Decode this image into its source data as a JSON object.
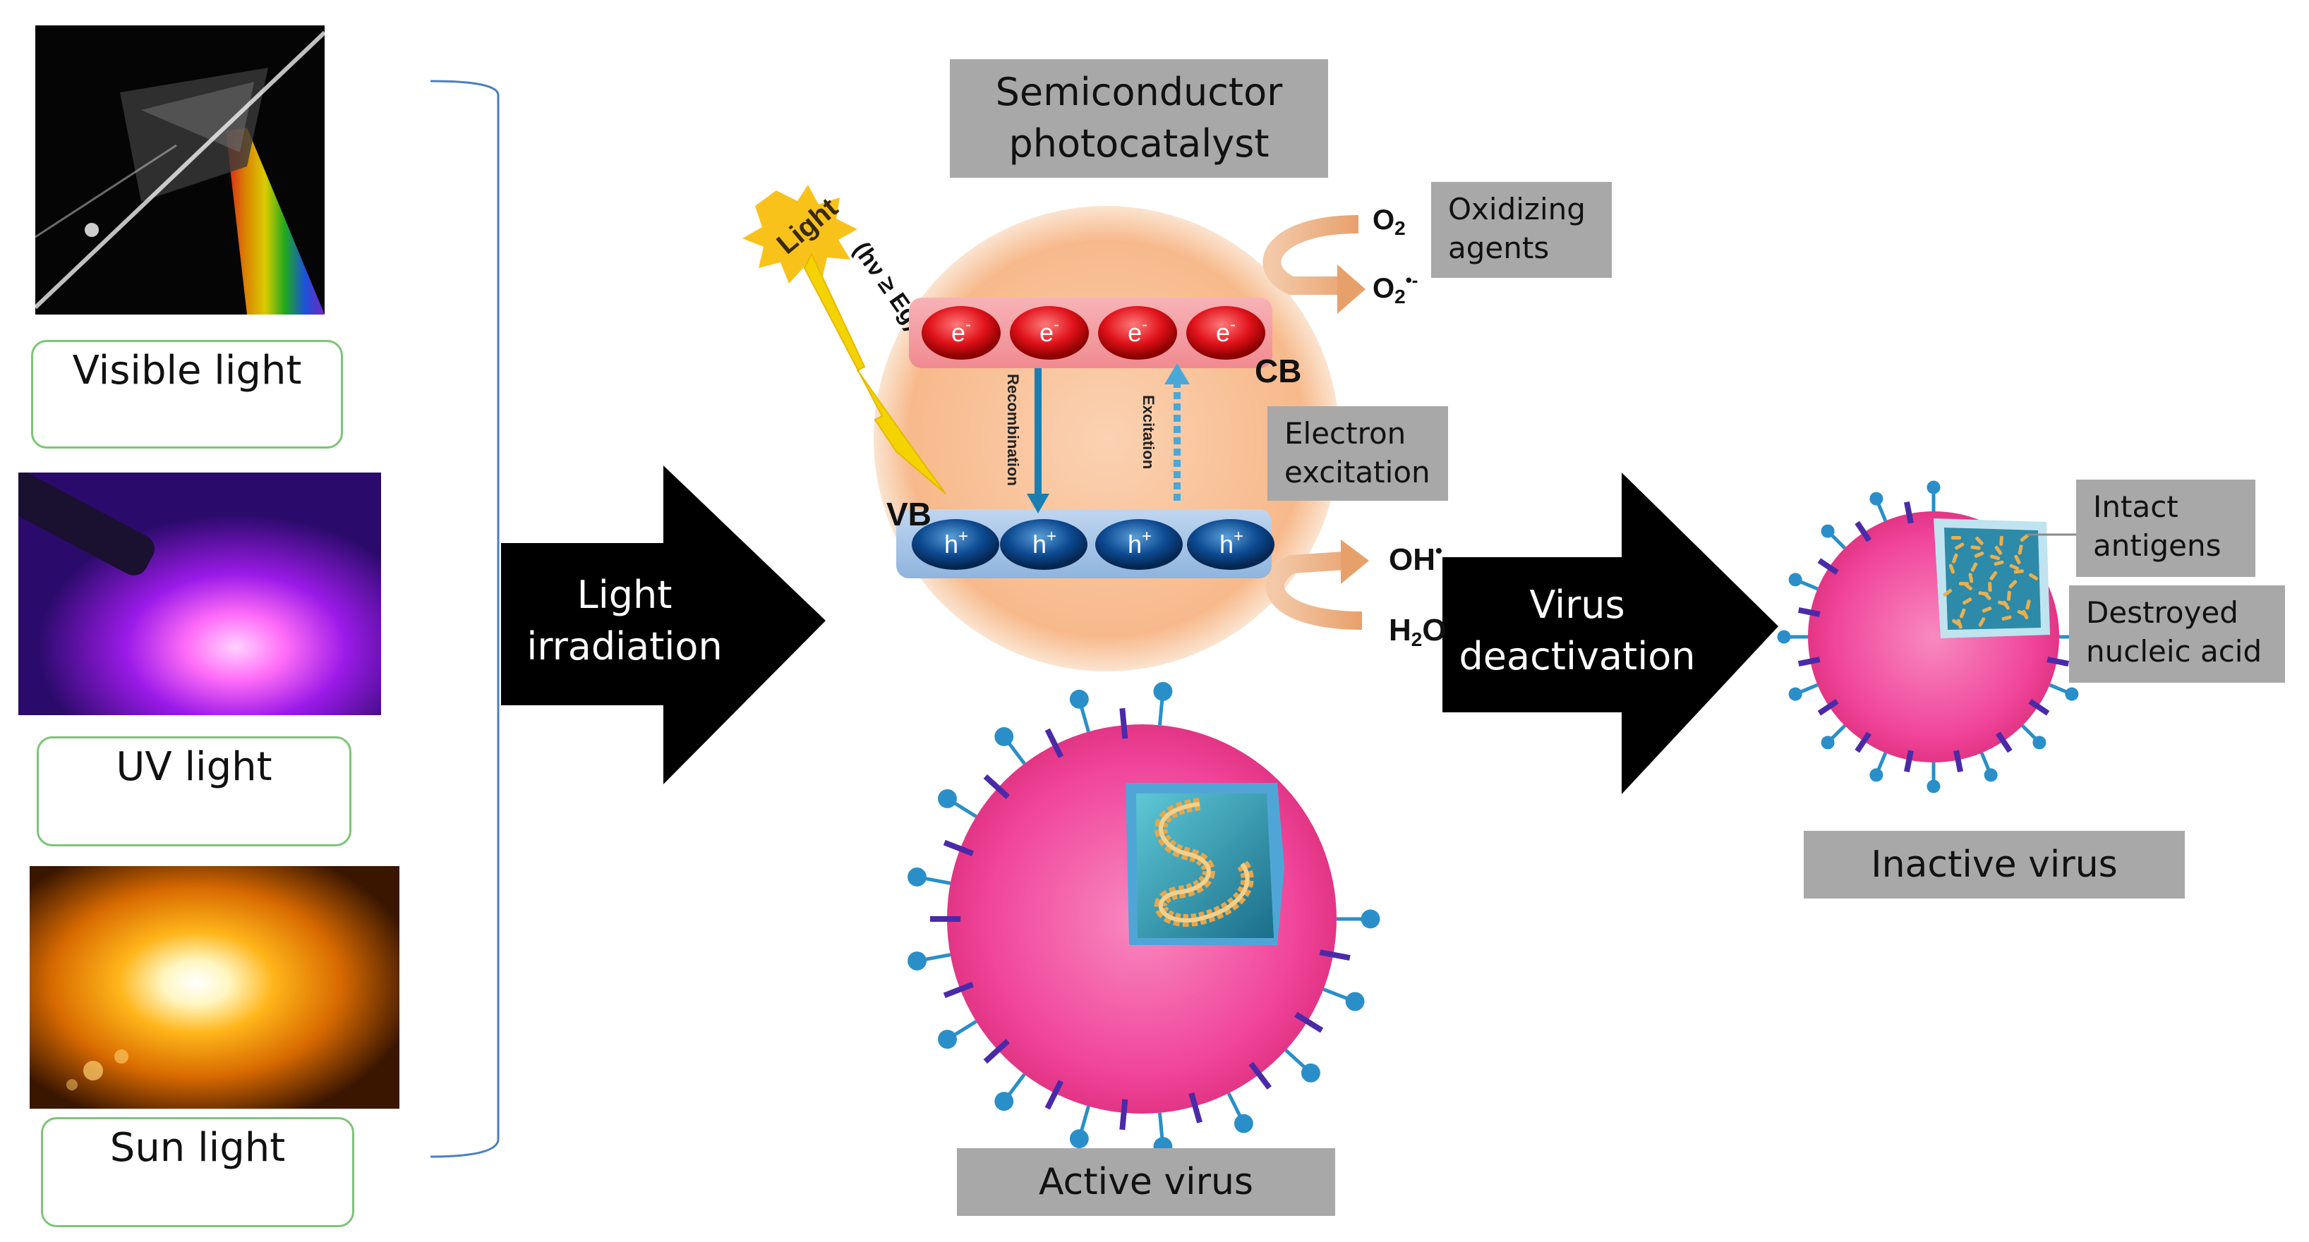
{
  "light_sources": [
    {
      "name": "visible",
      "label": "Visible light"
    },
    {
      "name": "uv",
      "label": "UV light"
    },
    {
      "name": "sun",
      "label": "Sun light"
    }
  ],
  "arrows": {
    "light_irradiation": [
      "Light",
      "irradiation"
    ],
    "virus_deactivation": [
      "Virus",
      "deactivation"
    ]
  },
  "photocatalyst": {
    "title": [
      "Semiconductor",
      "photocatalyst"
    ],
    "light_burst": "Light",
    "energy_condition": "(hν ≥ Eg)",
    "electron": "e",
    "electron_sup": "-",
    "hole": "h",
    "hole_sup": "+",
    "cb_label": "CB",
    "vb_label": "VB",
    "recombination": "Recombination",
    "excitation": "Excitation",
    "o2": "O",
    "o2_sub": "2",
    "o2_radical": "O",
    "o2_radical_sub": "2",
    "o2_radical_sup": "•-",
    "oh": "OH",
    "oh_sup": "•",
    "h2o_h": "H",
    "h2o_sub": "2",
    "h2o_o": "O"
  },
  "annotations": {
    "oxidizing_agents": [
      "Oxidizing",
      "agents"
    ],
    "electron_excitation": [
      "Electron",
      "excitation"
    ],
    "intact_antigens": [
      "Intact",
      "antigens"
    ],
    "destroyed_nucleic_acid": [
      "Destroyed",
      "nucleic acid"
    ]
  },
  "captions": {
    "active_virus": "Active virus",
    "inactive_virus": "Inactive virus"
  },
  "colors": {
    "arrow": "#000000",
    "grey_box": "#a8a8a8",
    "label_border": "#7cc576",
    "bracket": "#4a7fc1",
    "virus_body": "#f0449a",
    "spike": "#2a8fc8",
    "catalyst_bg": "#f9c39b"
  }
}
